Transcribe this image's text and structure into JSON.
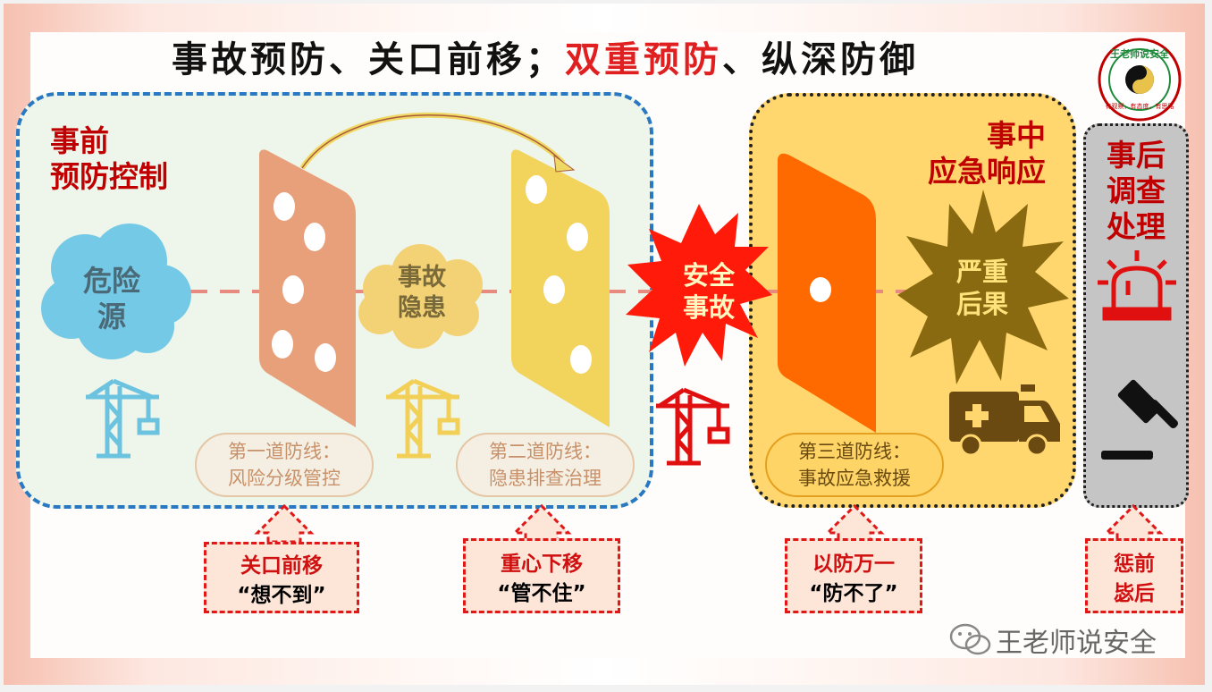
{
  "title": {
    "part1": "事故预防、关口前移；",
    "part2": "双重预防",
    "part3": "、纵深防御"
  },
  "logo": {
    "top_text": "王老师说安全",
    "bottom_text": "有观察，有态度，有思路"
  },
  "panels": {
    "pre": {
      "line1": "事前",
      "line2": "预防控制"
    },
    "mid": {
      "line1": "事中",
      "line2": "应急响应"
    },
    "post": {
      "line1": "事后",
      "line2": "调查",
      "line3": "处理"
    }
  },
  "nodes": {
    "hazard_source": {
      "line1": "危险",
      "line2": "源"
    },
    "hidden_danger": {
      "line1": "事故",
      "line2": "隐患"
    },
    "accident": {
      "line1": "安全",
      "line2": "事故"
    },
    "consequence": {
      "line1": "严重",
      "line2": "后果"
    }
  },
  "defense_lines": [
    {
      "line1": "第一道防线：",
      "line2": "风险分级管控"
    },
    {
      "line1": "第二道防线：",
      "line2": "隐患排查治理"
    },
    {
      "line1": "第三道防线：",
      "line2": "事故应急救援"
    }
  ],
  "notes": [
    {
      "line1": "关口前移",
      "line2": "“想不到”"
    },
    {
      "line1": "重心下移",
      "line2": "“管不住”"
    },
    {
      "line1": "以防万一",
      "line2": "“防不了”"
    },
    {
      "line1": "惩前",
      "line2": "毖后"
    }
  ],
  "watermark": "王老师说安全",
  "colors": {
    "title_highlight": "#e02020",
    "pre_border": "#2a78c2",
    "panel_title": "#c00000",
    "barrier1": "#e8a07a",
    "barrier2": "#f2d35c",
    "barrier3": "#ff6a00",
    "accident_burst": "#ff1a0a",
    "consequence_burst": "#8a6a10"
  }
}
